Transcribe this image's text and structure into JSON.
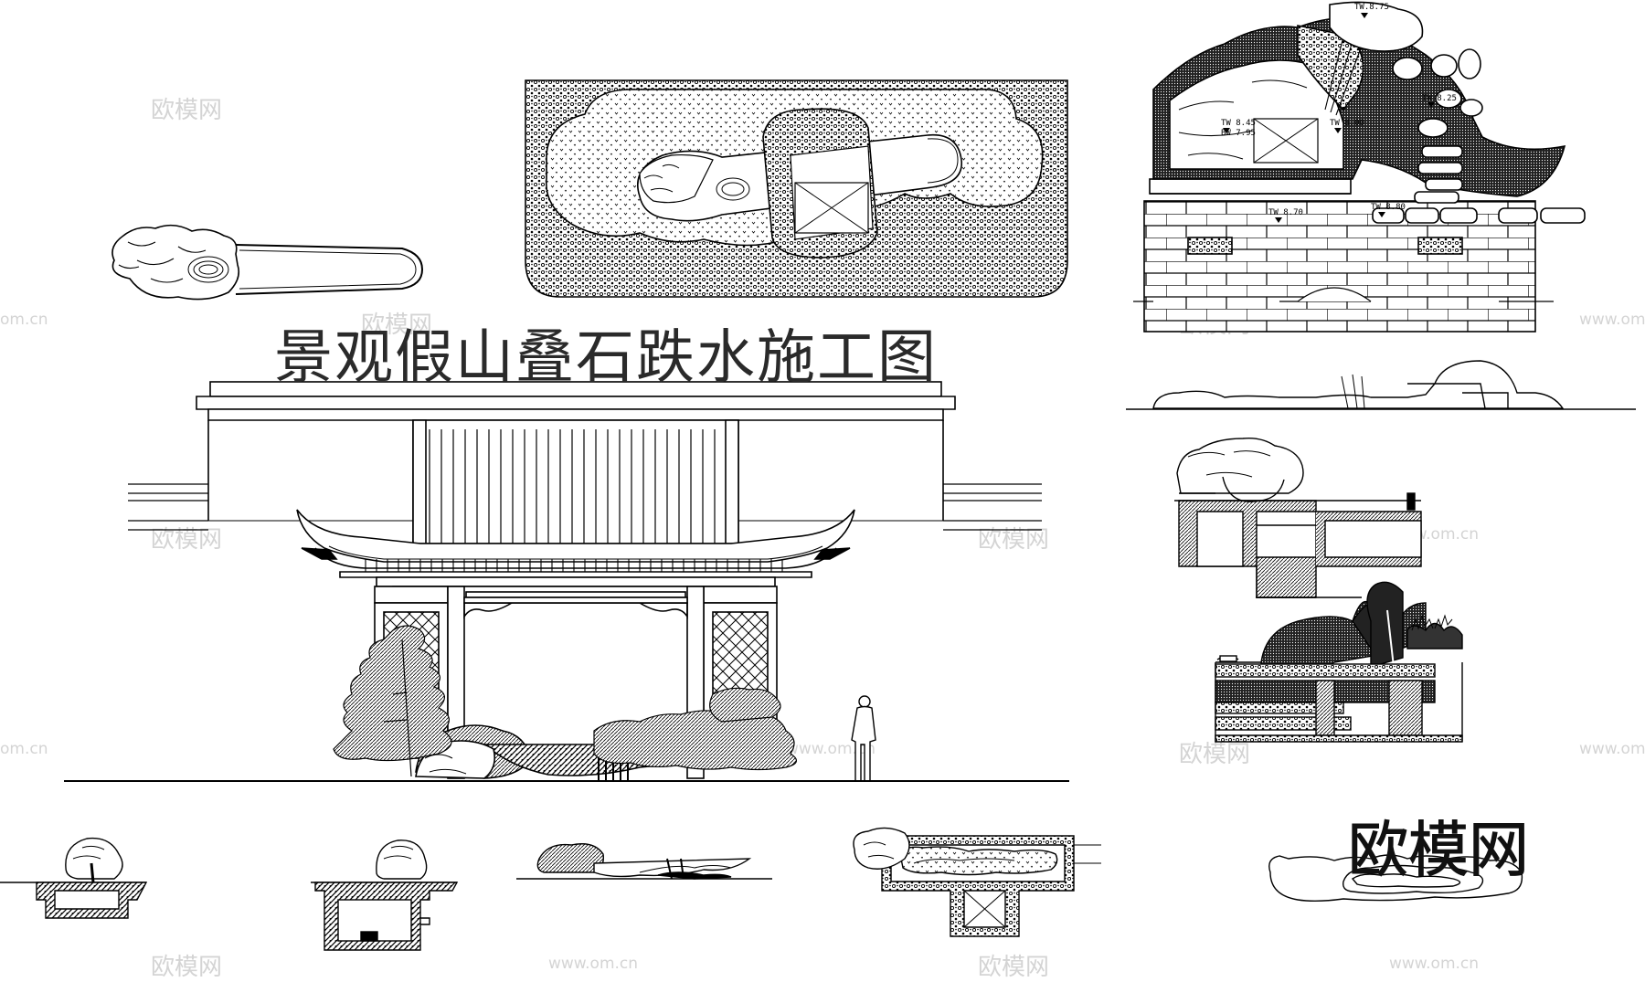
{
  "title": "景观假山叠石跌水施工图",
  "brand": "欧模网",
  "watermarks": {
    "cn": "欧模网",
    "url": "www.om.cn",
    "url_short": "om.cn"
  },
  "elevation_labels": [
    "TW.8.75",
    "TW 8.45",
    "BW 7.95",
    "TW 8.00",
    "TW 8.25",
    "TW 8.70",
    "TW 8.80"
  ],
  "colors": {
    "line": "#000000",
    "watermark": "#d4d4d4",
    "title": "#2a2a2a"
  }
}
